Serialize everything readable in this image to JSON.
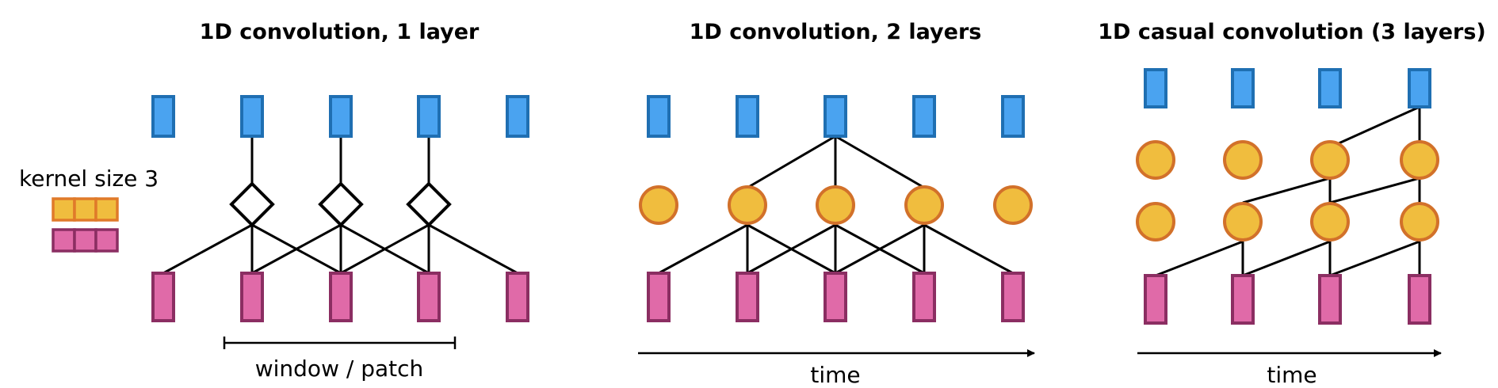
{
  "panels": {
    "p1": {
      "title": "1D convolution, 1 layer",
      "window_label": "window / patch",
      "kernel_label": "kernel size 3"
    },
    "p2": {
      "title": "1D convolution, 2 layers",
      "axis_label": "time"
    },
    "p3": {
      "title": "1D casual convolution (3 layers)",
      "axis_label": "time"
    }
  },
  "colors": {
    "output_fill": "#4aa3f0",
    "output_stroke": "#1f6fb2",
    "input_fill": "#e06aa8",
    "input_stroke": "#8b2e62",
    "hidden_fill": "#f0bd3e",
    "hidden_stroke": "#d2712a",
    "kernel_top_fill": "#f0bd3e",
    "kernel_top_stroke": "#e07a2a",
    "kernel_bottom_fill": "#e06aa8",
    "kernel_bottom_stroke": "#8b2e62",
    "line": "#000000"
  }
}
